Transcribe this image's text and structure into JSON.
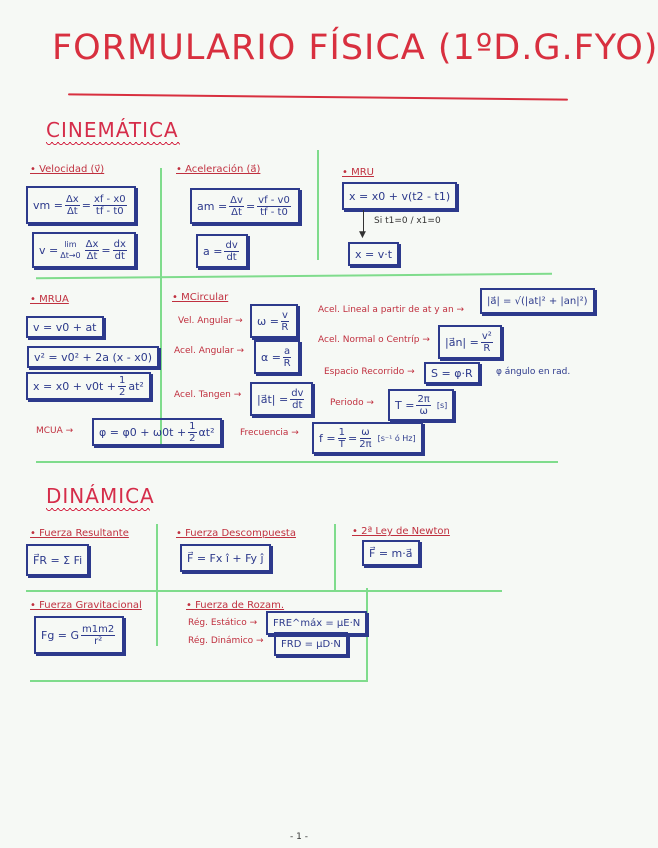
{
  "title": "FORMULARIO FÍSICA (1ºD.G.FYO)",
  "sections": {
    "cinematica": {
      "heading": "CINEMÁTICA",
      "velocidad": {
        "label": "• Velocidad (v⃗)",
        "media": {
          "lhs": "vm =",
          "f1num": "Δx",
          "f1den": "Δt",
          "f2num": "xf - x0",
          "f2den": "tf - t0"
        },
        "inst": {
          "lhs": "v =",
          "lim": "lim",
          "limsub": "Δt→0",
          "f1num": "Δx",
          "f1den": "Δt",
          "f2num": "dx",
          "f2den": "dt"
        }
      },
      "aceleracion": {
        "label": "• Aceleración (a⃗)",
        "media": {
          "lhs": "am =",
          "f1num": "Δv",
          "f1den": "Δt",
          "f2num": "vf - v0",
          "f2den": "tf - t0"
        },
        "inst": {
          "lhs": "a =",
          "num": "dv",
          "den": "dt"
        }
      },
      "mru": {
        "label": "• MRU",
        "formula": "x = x0 + v(t2 - t1)",
        "condition": "Si t1=0 / x1=0",
        "result": "x = v·t"
      },
      "mrua": {
        "label": "• MRUA",
        "f1": "v = v0 + at",
        "f2": "v² = v0² + 2a (x - x0)",
        "f3_pre": "x = x0 + v0t +",
        "f3_num": "1",
        "f3_den": "2",
        "f3_post": "at²"
      },
      "mcircular": {
        "label": "• MCircular",
        "vel_angular": {
          "note": "Vel. Angular →",
          "lhs": "ω =",
          "num": "v",
          "den": "R"
        },
        "acel_angular": {
          "note": "Acel. Angular →",
          "lhs": "α =",
          "num": "a",
          "den": "R"
        },
        "acel_tangen": {
          "note": "Acel. Tangen →",
          "lhs": "|a⃗t| =",
          "num": "dv",
          "den": "dt"
        },
        "acel_lineal": {
          "note": "Acel. Lineal a partir de at y an →",
          "formula": "|a⃗| = √(|at|² + |an|²)"
        },
        "acel_normal": {
          "note": "Acel. Normal o Centríp →",
          "lhs": "|a⃗n| =",
          "num": "v²",
          "den": "R"
        },
        "espacio": {
          "note": "Espacio Recorrido →",
          "formula": "S = φ·R",
          "after": "φ ángulo en rad."
        },
        "periodo": {
          "note": "Periodo →",
          "lhs": "T =",
          "num": "2π",
          "den": "ω",
          "unit": "[s]"
        },
        "frecuencia": {
          "note": "Frecuencia →",
          "lhs": "f =",
          "f1num": "1",
          "f1den": "T",
          "f2num": "ω",
          "f2den": "2π",
          "unit": "[s⁻¹ ó Hz]"
        }
      },
      "mcua": {
        "note": "MCUA →",
        "pre": "φ = φ0 + ω0t +",
        "num": "1",
        "den": "2",
        "post": "αt²"
      }
    },
    "dinamica": {
      "heading": "DINÁMICA",
      "resultante": {
        "label": "• Fuerza Resultante",
        "formula": "F⃗R = Σ Fi"
      },
      "descompuesta": {
        "label": "• Fuerza Descompuesta",
        "formula": "F⃗ = Fx î + Fy ĵ"
      },
      "newton": {
        "label": "• 2ª Ley de Newton",
        "formula": "F⃗ = m·a⃗"
      },
      "gravitacional": {
        "label": "• Fuerza Gravitacional",
        "lhs": "Fg = G",
        "num": "m1m2",
        "den": "r²"
      },
      "rozamiento": {
        "label": "• Fuerza de Rozam.",
        "estatico": {
          "note": "Rég. Estático →",
          "formula": "FRE^máx = μE·N"
        },
        "dinamico": {
          "note": "Rég. Dinámico →",
          "formula": "FRD = μD·N"
        }
      }
    }
  },
  "footer": {
    "page": "- 1 -"
  },
  "colors": {
    "red_ink": "#d52d4a",
    "blue_ink": "#2d3a8c",
    "green_lines": "#7fdc8c",
    "paper": "#f6f9f5"
  }
}
